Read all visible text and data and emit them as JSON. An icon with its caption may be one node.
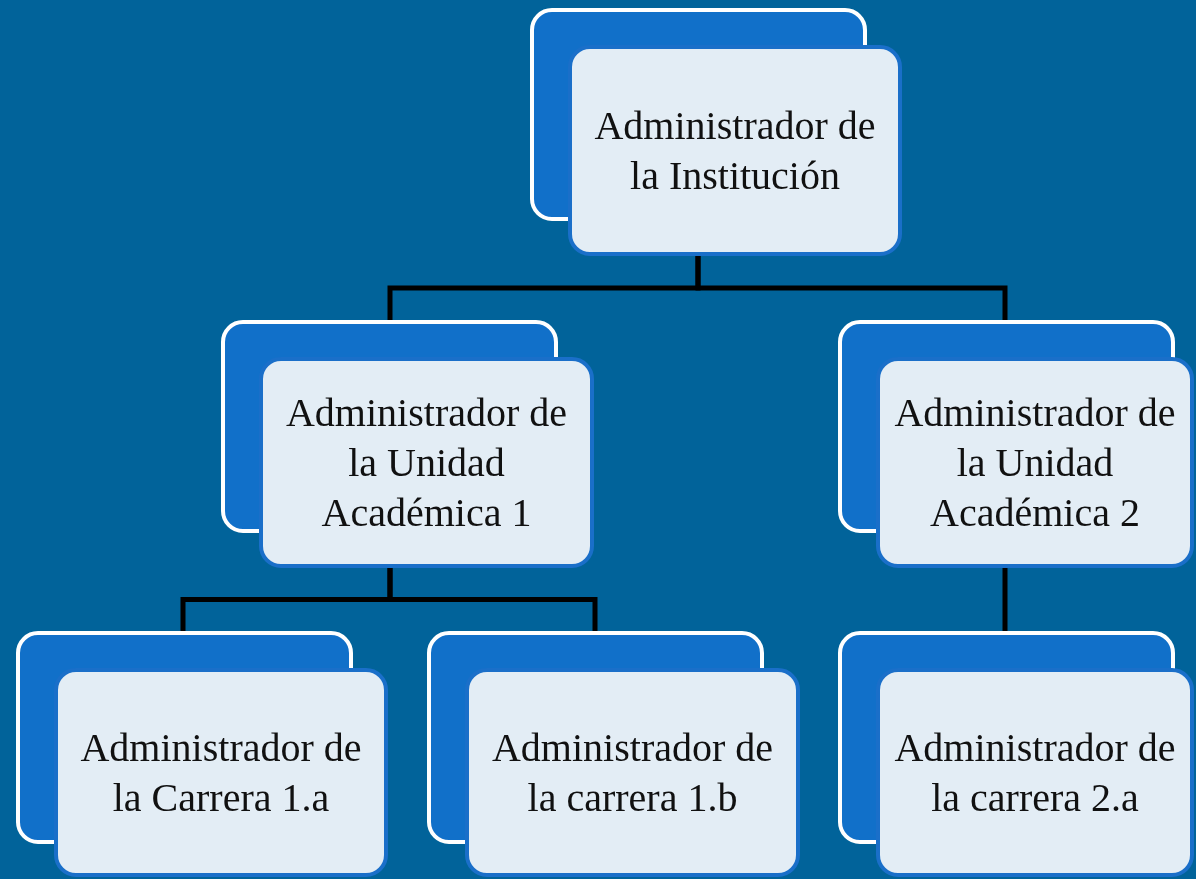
{
  "diagram": {
    "nodes": [
      {
        "text": [
          "Administrador de la Institución"
        ]
      },
      {
        "text": [
          "Administrador de la Unidad Académica 1"
        ]
      },
      {
        "text": [
          "Administrador de la Unidad Académica 2"
        ]
      },
      {
        "text": [
          "Administrador de la Carrera 1.a"
        ]
      },
      {
        "text": [
          "Administrador de la carrera 1.b"
        ]
      },
      {
        "text": [
          "Administrador de la carrera 2.a"
        ]
      }
    ],
    "edges": [
      {
        "from": 0,
        "to": 1,
        "arrow": "none"
      },
      {
        "from": 0,
        "to": 2,
        "arrow": "none"
      },
      {
        "from": 1,
        "to": 3,
        "arrow": "none"
      },
      {
        "from": 1,
        "to": 4,
        "arrow": "none"
      },
      {
        "from": 2,
        "to": 5,
        "arrow": "none"
      }
    ]
  }
}
